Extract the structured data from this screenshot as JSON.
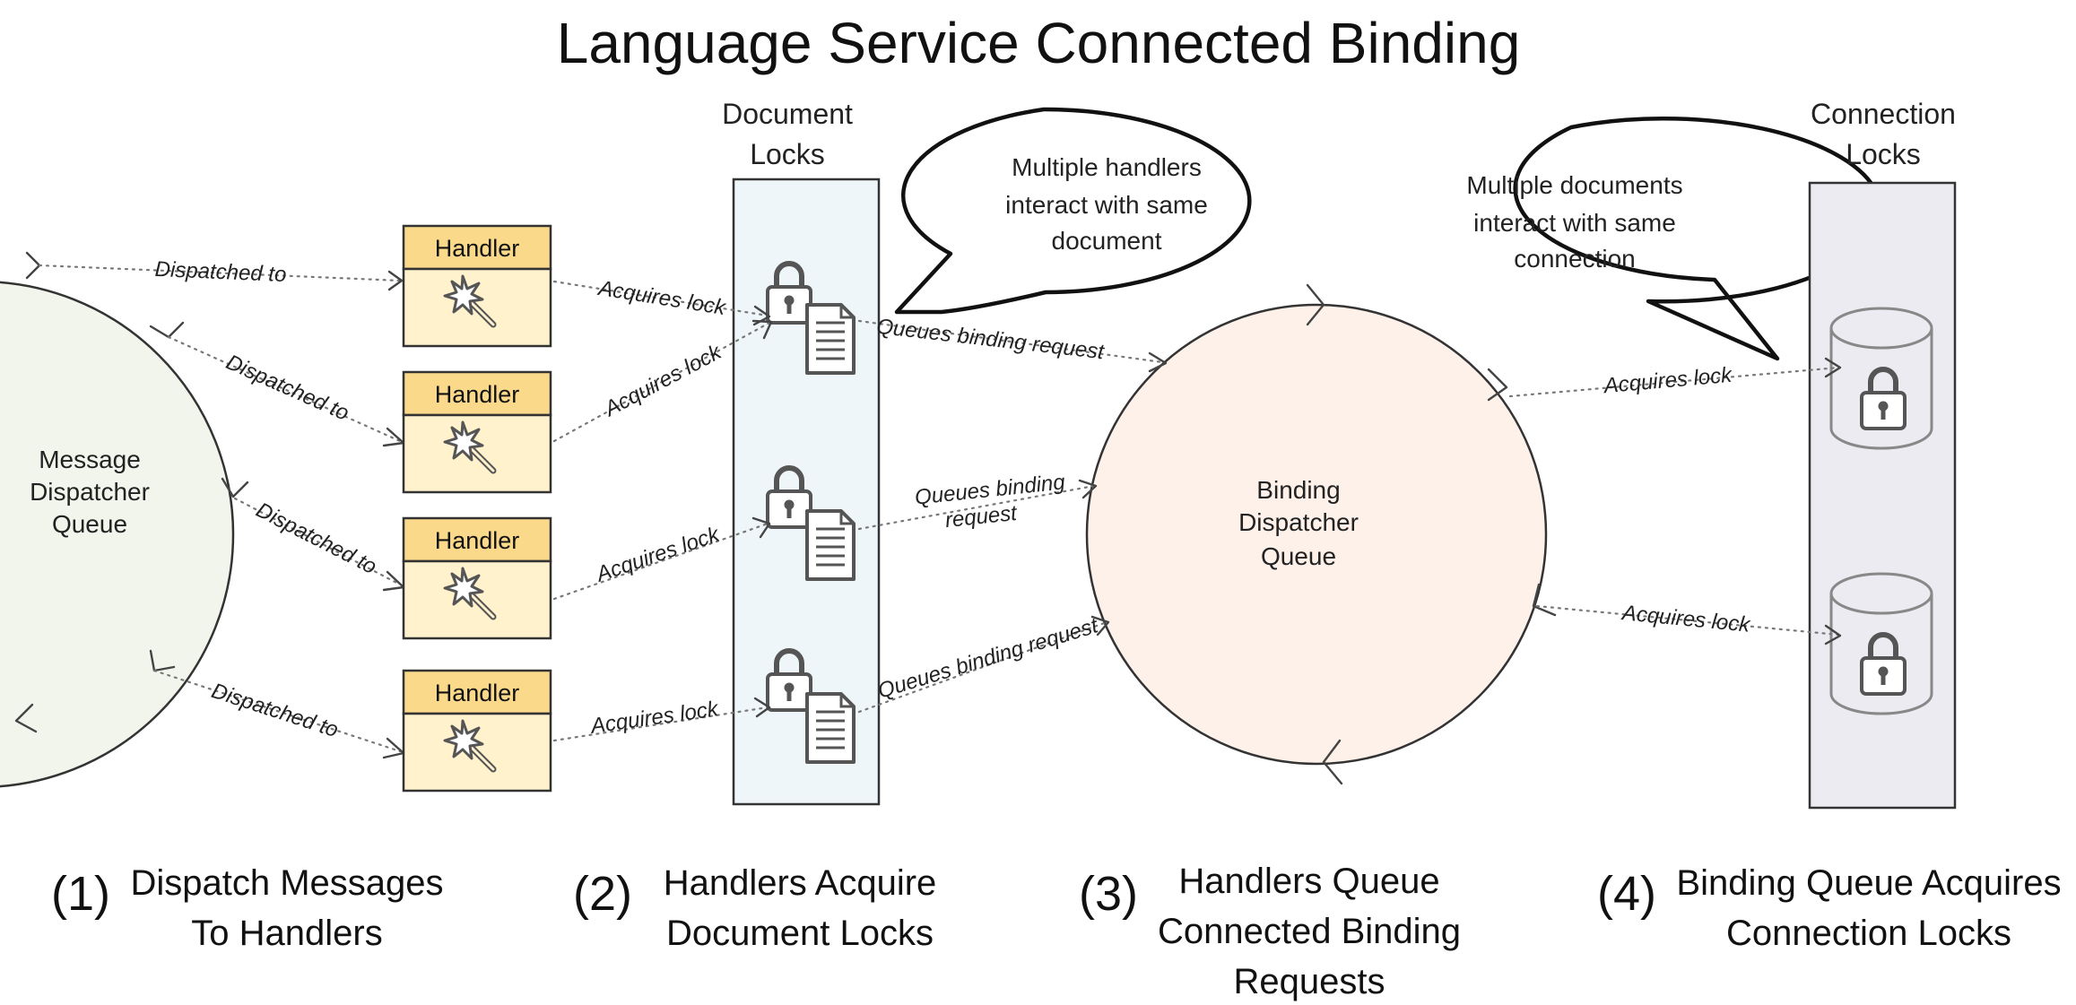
{
  "title": "Language Service Connected Binding",
  "document_locks_header": [
    "Document",
    "Locks"
  ],
  "connection_locks_header": [
    "Connection",
    "Locks"
  ],
  "message_queue_label": [
    "Message",
    "Dispatcher",
    "Queue"
  ],
  "binding_queue_label": [
    "Binding",
    "Dispatcher",
    "Queue"
  ],
  "handler_label": "Handler",
  "handlers": [
    "Handler",
    "Handler",
    "Handler",
    "Handler"
  ],
  "bubble_documents": [
    "Multiple handlers",
    "interact with same",
    "document"
  ],
  "bubble_connections": [
    "Multiple documents",
    "interact with same",
    "connection"
  ],
  "edges": {
    "dispatched": "Dispatched to",
    "acquires": "Acquires lock",
    "queues": "Queues binding request",
    "queues_wrapped": [
      "Queues binding",
      "request"
    ]
  },
  "steps": [
    {
      "num": "(1)",
      "lines": [
        "Dispatch Messages",
        "To Handlers"
      ]
    },
    {
      "num": "(2)",
      "lines": [
        "Handlers Acquire",
        "Document Locks"
      ]
    },
    {
      "num": "(3)",
      "lines": [
        "Handlers Queue",
        "Connected Binding",
        "Requests"
      ]
    },
    {
      "num": "(4)",
      "lines": [
        "Binding Queue Acquires",
        "Connection Locks"
      ]
    }
  ],
  "colors": {
    "message_queue_fill": "#f1f5ec",
    "binding_queue_fill": "#fdf1ea",
    "handler_header": "#fbd98a",
    "handler_body": "#fff2cc",
    "document_locks_fill": "#eef6f9",
    "connection_locks_fill": "#ecebf2"
  }
}
